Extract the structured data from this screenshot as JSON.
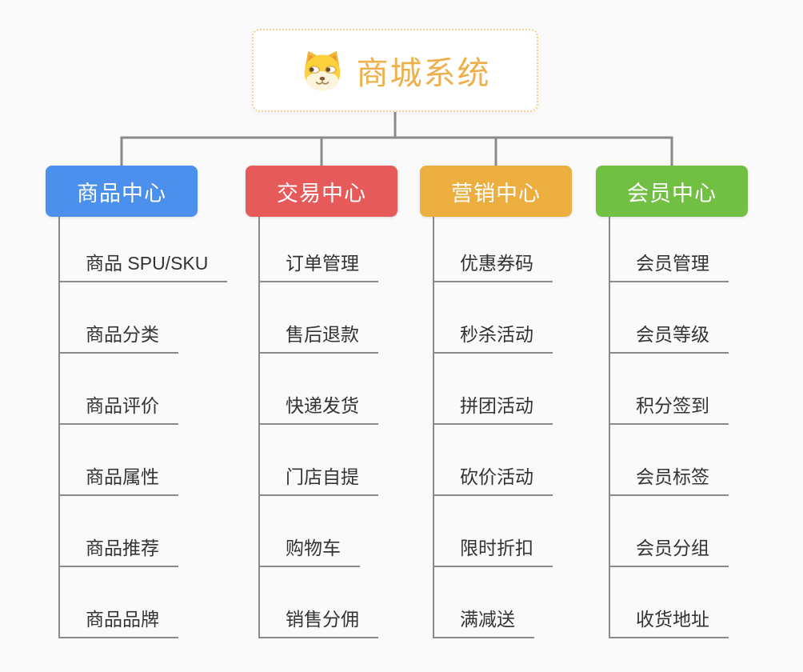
{
  "root": {
    "title": "商城系统",
    "icon": "dog-face-icon"
  },
  "branches": [
    {
      "label": "商品中心",
      "color": "#4a90ec",
      "items": [
        "商品 SPU/SKU",
        "商品分类",
        "商品评价",
        "商品属性",
        "商品推荐",
        "商品品牌"
      ]
    },
    {
      "label": "交易中心",
      "color": "#e65a5a",
      "items": [
        "订单管理",
        "售后退款",
        "快递发货",
        "门店自提",
        "购物车",
        "销售分佣"
      ]
    },
    {
      "label": "营销中心",
      "color": "#ecae3e",
      "items": [
        "优惠券码",
        "秒杀活动",
        "拼团活动",
        "砍价活动",
        "限时折扣",
        "满减送"
      ]
    },
    {
      "label": "会员中心",
      "color": "#72c043",
      "items": [
        "会员管理",
        "会员等级",
        "积分签到",
        "会员标签",
        "会员分组",
        "收货地址"
      ]
    }
  ],
  "colors": {
    "background": "#fafafa",
    "connector": "#8a8a8a",
    "item_text": "#333333",
    "root_text": "#eeb04c",
    "root_border": "#f7cf92"
  }
}
